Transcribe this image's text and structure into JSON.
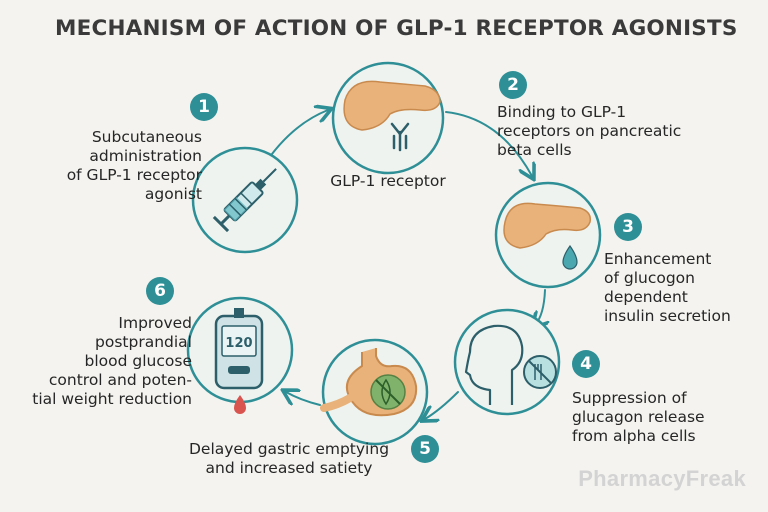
{
  "title": "MECHANISM OF ACTION OF GLP-1 RECEPTOR AGONISTS",
  "accent_color": "#2e8f96",
  "steps": [
    {
      "number": "1",
      "icon": "syringe-icon",
      "lines": [
        "Subcutaneous",
        "administration",
        "of GLP-1 receptor",
        "agonist"
      ]
    },
    {
      "number": "2",
      "icon": "pancreas-icon",
      "lines": [
        "Binding to GLP-1",
        "receptors on pancreatic",
        "beta cells"
      ]
    },
    {
      "number": "3",
      "icon": "pancreas-insulin-icon",
      "lines": [
        "Enhancement",
        "of glucogon",
        "dependent",
        "insulin secretion"
      ]
    },
    {
      "number": "4",
      "icon": "head-no-food-icon",
      "lines": [
        "Suppression of",
        "glucagon release",
        "from alpha cells"
      ]
    },
    {
      "number": "5",
      "icon": "stomach-icon",
      "lines": [
        "Delayed gastric emptying",
        "and increased satiety"
      ]
    },
    {
      "number": "6",
      "icon": "glucose-meter-icon",
      "lines": [
        "Improved",
        "postprandial",
        "blood glucose",
        "control and poten-",
        "tial weight reduction"
      ]
    }
  ],
  "receptor_label": "GLP-1 receptor",
  "glucose_reading": "120",
  "watermark": "PharmacyFreak"
}
